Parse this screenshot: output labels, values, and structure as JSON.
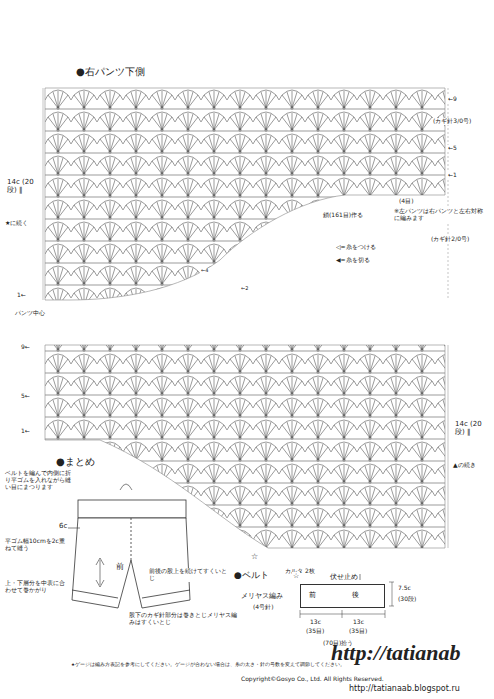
{
  "diagram": {
    "nodes": [
      {
        "text": [
          "伏せ止め",
          "前",
          "後"
        ]
      }
    ],
    "labels": [
      "●右パンツ下側",
      "←9",
      "(カギ針3/0号)",
      "←5",
      "←1",
      "(4目)",
      "※左パンツは右パンツと左右対称に編みます",
      "鎖(161目)作る",
      "◁=糸をつける",
      "◀=糸を切る",
      "(カギ針2/0号)",
      "14c (20段) ‖",
      "★に続く",
      "1←",
      "パンツ中心",
      "←4",
      "←2",
      "9←",
      "5←",
      "1←",
      "14c (20段) ‖",
      "▲の続き",
      "☆",
      "●まとめ",
      "ベルトを編んで内側に折り平ゴムを入れながら縫い目にまつります",
      "6c",
      "平ゴム幅10cmを2c重ねて縫う",
      "前",
      "前後の股上を続けてすくいとじ",
      "上・下層分を中表に合わせて巻かがり",
      "股下のカギ針部分は巻きとじメリヤス編みはすくいとじ",
      "●ベルト",
      "カルタ 2枚",
      "メリヤス編み",
      "(4号針)",
      "7.5c",
      "(30段)",
      "13c",
      "(35目)",
      "13c",
      "(35目)",
      "(70目)拾う",
      "☆",
      "★ゲージは編み方表記を参考にしてください。ゲージが合わない場合は、糸の太さ・針の号数を変えて調節してください。",
      "Copyright©Gosyo Co., Ltd. All Rights Reserved.",
      "http://tatianab",
      "http://tatianaab.blogspot.ru"
    ]
  }
}
